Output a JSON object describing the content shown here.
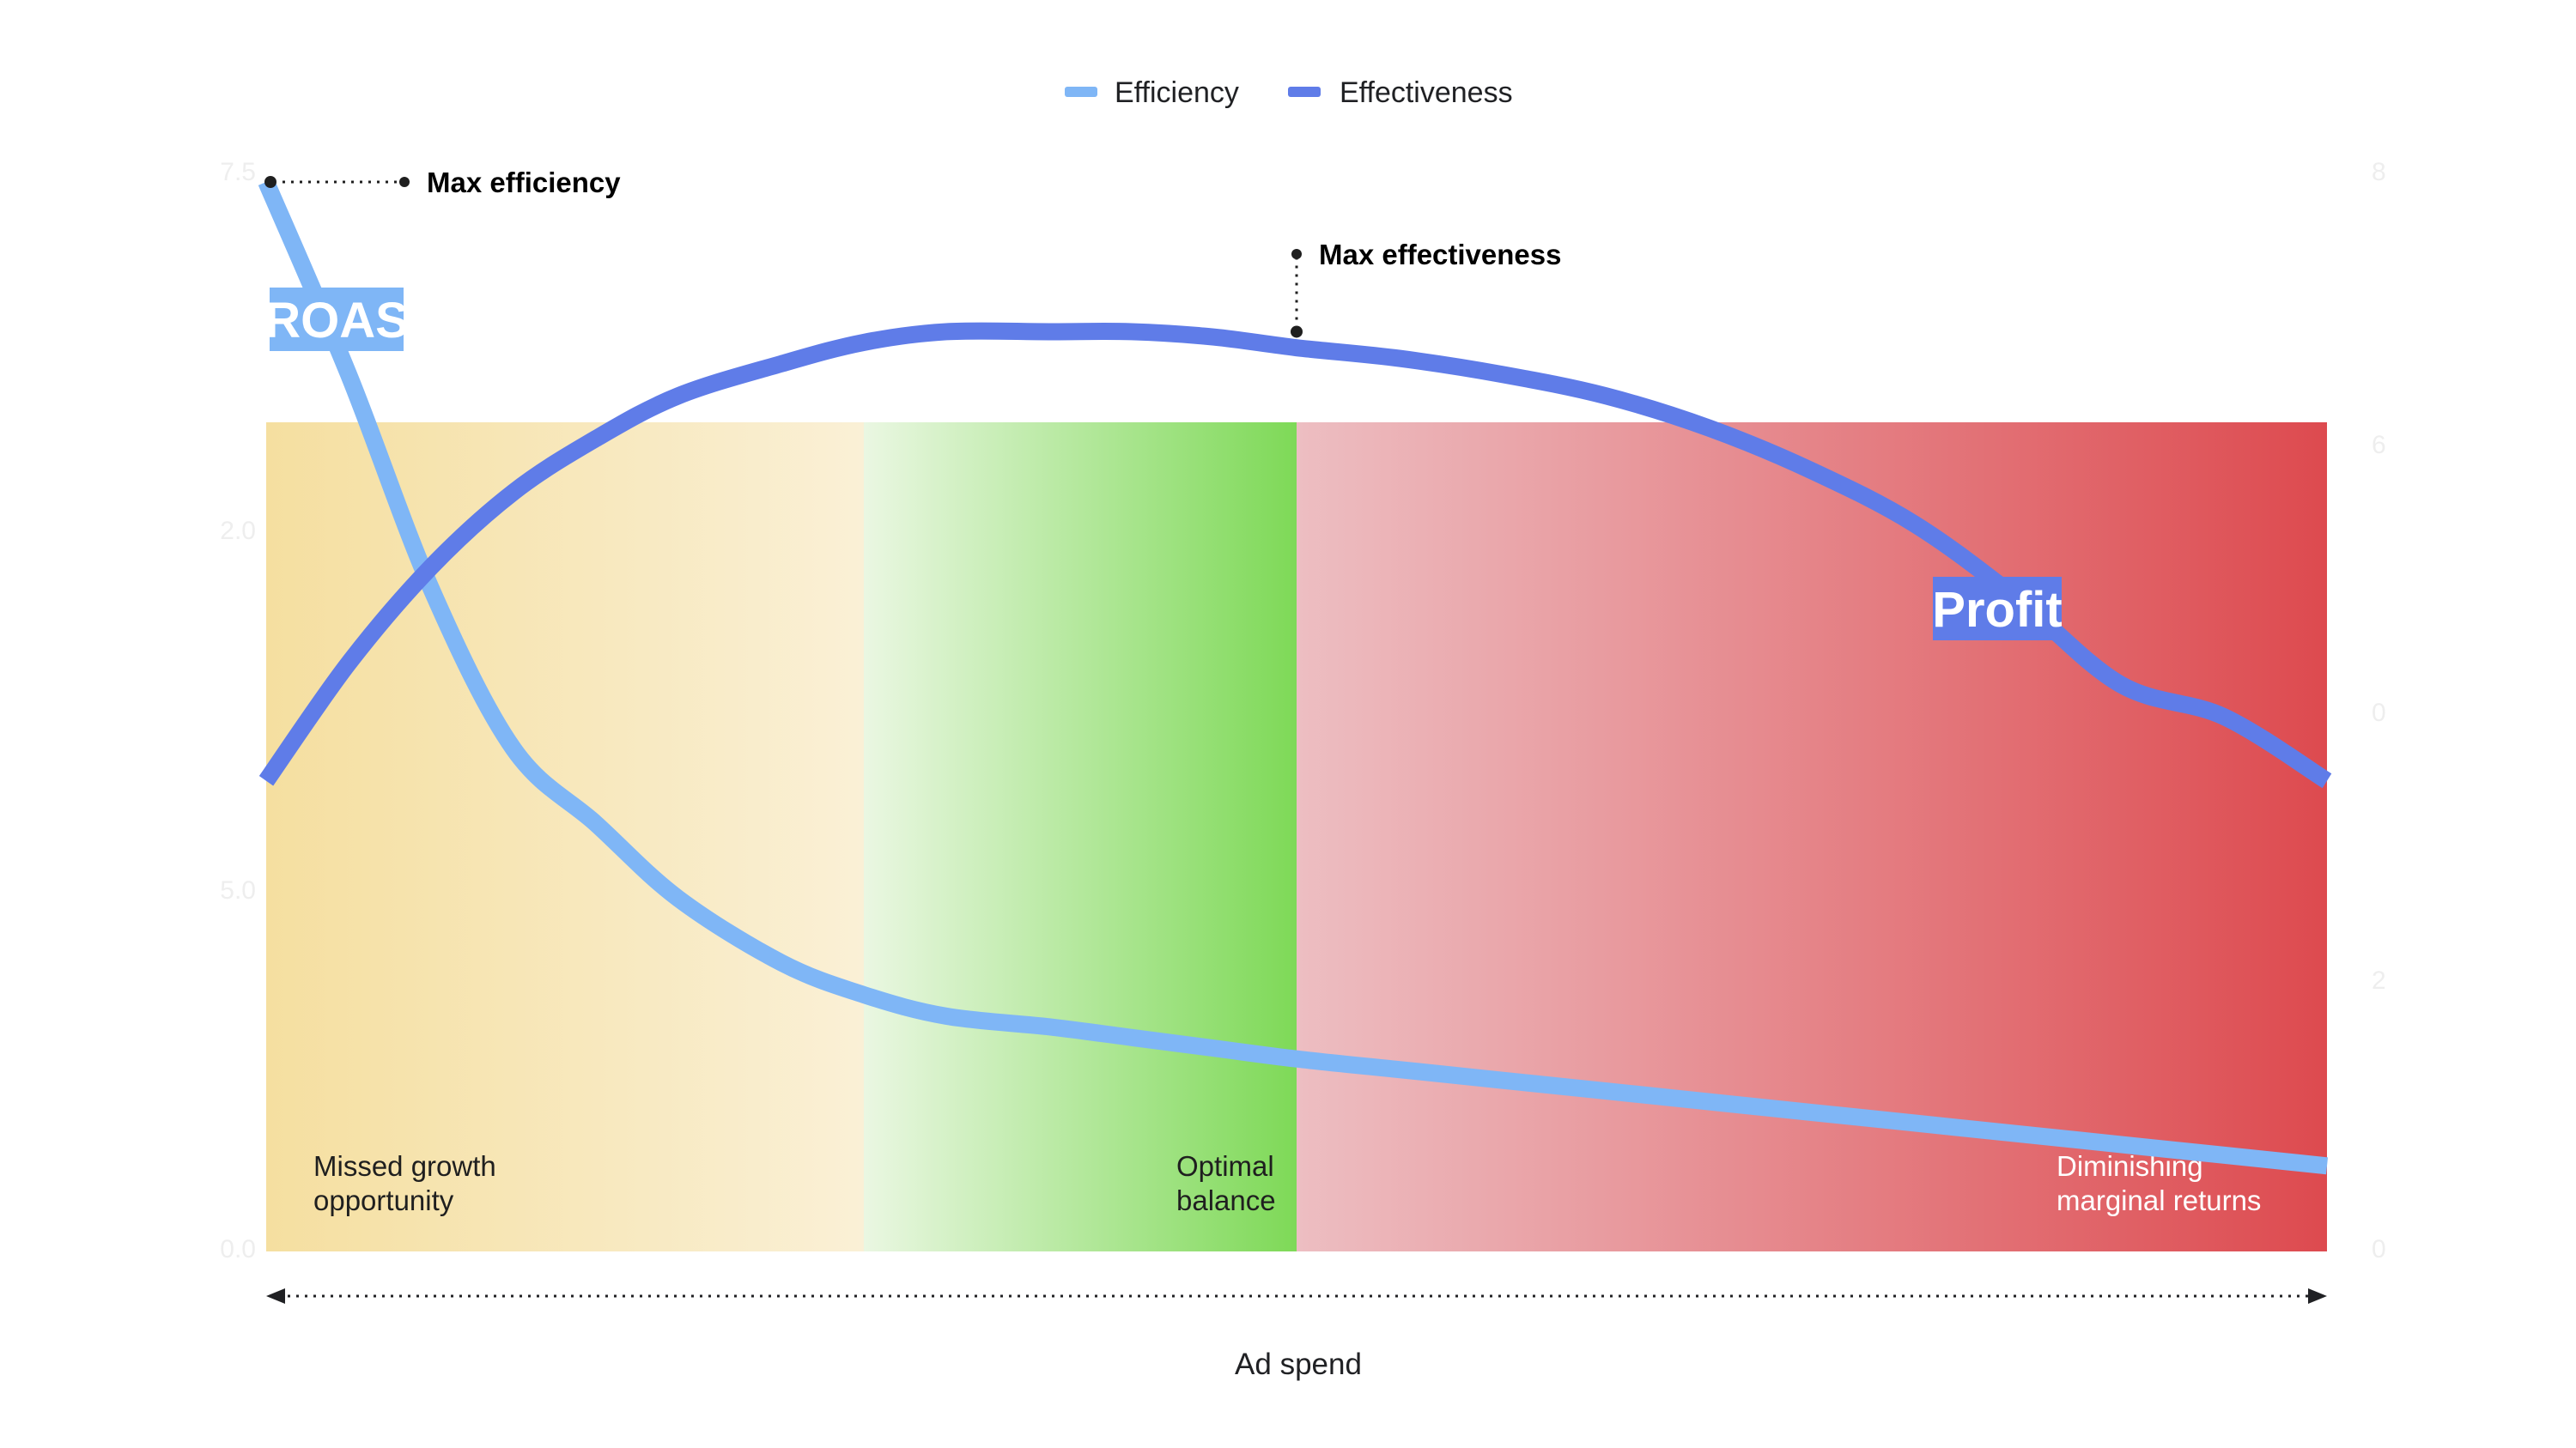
{
  "chart_data": {
    "type": "line",
    "title": "",
    "xlabel": "Ad spend",
    "ylabel": "",
    "grid": false,
    "legend_position": "top-center",
    "x": [
      0,
      0.04,
      0.08,
      0.12,
      0.16,
      0.2,
      0.25,
      0.29,
      0.33,
      0.38,
      0.42,
      0.46,
      0.5,
      0.55,
      0.6,
      0.65,
      0.7,
      0.75,
      0.8,
      0.85,
      0.9,
      0.95,
      1.0
    ],
    "xlim": [
      0,
      1
    ],
    "ylim": [
      0,
      1
    ],
    "series": [
      {
        "name": "Efficiency",
        "color": "#7fb6f6",
        "values": [
          1.0,
          0.82,
          0.62,
          0.47,
          0.4,
          0.33,
          0.27,
          0.24,
          0.22,
          0.21,
          0.2,
          0.19,
          0.18,
          0.17,
          0.16,
          0.15,
          0.14,
          0.13,
          0.12,
          0.11,
          0.1,
          0.09,
          0.08
        ]
      },
      {
        "name": "Effectiveness",
        "color": "#5f7ce8",
        "values": [
          0.44,
          0.55,
          0.64,
          0.71,
          0.76,
          0.8,
          0.83,
          0.85,
          0.86,
          0.86,
          0.86,
          0.855,
          0.845,
          0.835,
          0.82,
          0.8,
          0.77,
          0.73,
          0.68,
          0.61,
          0.53,
          0.5,
          0.44
        ]
      }
    ],
    "zones": [
      {
        "label_lines": [
          "Missed growth",
          "opportunity"
        ],
        "x0": 0,
        "x1": 0.29,
        "text_color": "#1f1f1f",
        "colors": [
          "#f5dfa0",
          "#faf0d6"
        ]
      },
      {
        "label_lines": [
          "Optimal",
          "balance"
        ],
        "x0": 0.29,
        "x1": 0.5,
        "text_color": "#1f1f1f",
        "colors": [
          "#eaf7e2",
          "#7ed957"
        ]
      },
      {
        "label_lines": [
          "Diminishing",
          "marginal returns"
        ],
        "x0": 0.5,
        "x1": 1.0,
        "text_color": "#ffffff",
        "colors": [
          "#edbec2",
          "#dd4a4f"
        ]
      }
    ],
    "annotations": [
      {
        "label": "Max efficiency",
        "x": 0,
        "y": 1.0
      },
      {
        "label": "Max effectiveness",
        "x": 0.5,
        "y": 0.86
      }
    ],
    "line_tags": [
      {
        "label": "ROAS",
        "series": "Efficiency",
        "color": "#7fb6f6"
      },
      {
        "label": "Profit",
        "series": "Effectiveness",
        "color": "#5f7ce8"
      }
    ],
    "faint_ticks": {
      "left": [
        "7.5",
        "2.0",
        "5.0",
        "0.0"
      ],
      "right": [
        "8",
        "6",
        "0",
        "2",
        "0"
      ]
    }
  }
}
